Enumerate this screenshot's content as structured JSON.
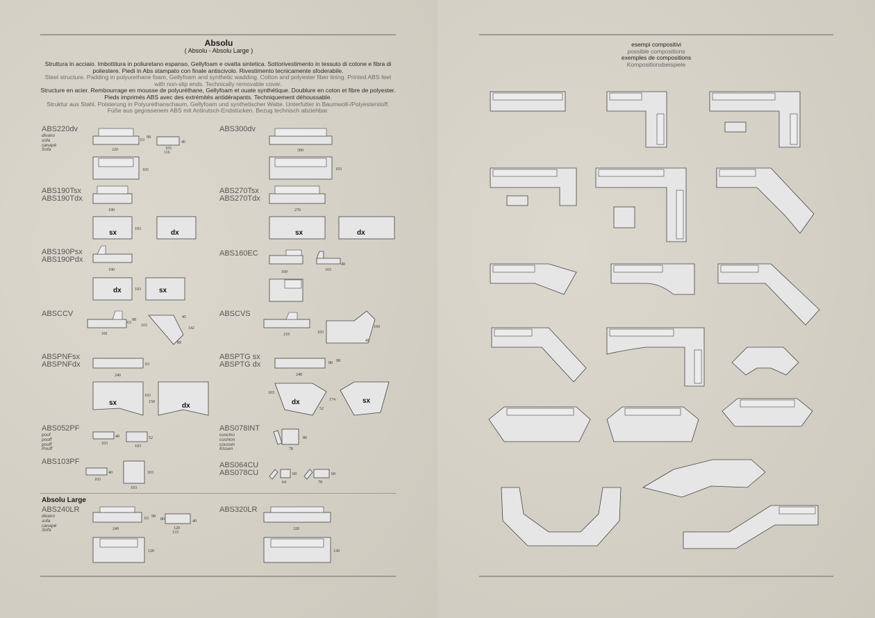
{
  "left": {
    "title": "Absolu",
    "subtitle": "( Absolu - Absolu Large )",
    "desc": {
      "it": "Struttura in acciaio. Imbottitura in poliuretano espanso, Gellyfoam e ovatta sintetica. Sottorivestimento in tessuto di cotone e fibra di poliestere. Piedi in Abs stampato con finale antiscivolo. Rivestimento tecnicamente sfoderabile.",
      "en": "Steel structure. Padding in polyurethane foam, Gellyfoam and synthetic wadding. Cotton and polyester fiber lining. Printed ABS feet with non-slip ends. Technically removable cover.",
      "fr": "Structure en acier. Rembourrage en mousse de polyuréthane, Gellyfoam et ouate synthétique. Doublure en coton et fibre de polyester. Pieds imprimés ABS avec des extrémités antidérapants. Techniquement déhoussable.",
      "de": "Struktur aus Stahl. Polsterung in Polyurethanschaum, Gellyfoam und synthetischer Watte. Unterfutter in Baumwoll-/Polyesterstoff. Füße aus gegossenem ABS mit Antirutsch-Endstücken. Bezug technisch abziehbar."
    },
    "products": {
      "abs220dv": "ABS220dv",
      "abs300dv": "ABS300dv",
      "abs190t": [
        "ABS190Tsx",
        "ABS190Tdx"
      ],
      "abs270t": [
        "ABS270Tsx",
        "ABS270Tdx"
      ],
      "abs190p": [
        "ABS190Psx",
        "ABS190Pdx"
      ],
      "abs160ec": "ABS160EC",
      "absccv": "ABSCCV",
      "abscvs": "ABSCVS",
      "abspnf": [
        "ABSPNFsx",
        "ABSPNFdx"
      ],
      "absptg": [
        "ABSPTG sx",
        "ABSPTG dx"
      ],
      "abs052pf": "ABS052PF",
      "abs078int": "ABS078INT",
      "abs103pf": "ABS103PF",
      "abs064cu": [
        "ABS064CU",
        "ABS078CU"
      ],
      "abs240lr": "ABS240LR",
      "abs320lr": "ABS320LR"
    },
    "sofa_names": [
      "divano",
      "sofa",
      "canapé",
      "Sofa"
    ],
    "pouf_names": [
      "pouf",
      "pouff",
      "pouff",
      "Pouff"
    ],
    "cushion_names": [
      "cuscino",
      "cushion",
      "coussin",
      "Kissen"
    ],
    "section_large": "Absolu Large",
    "labels": {
      "sx": "sx",
      "dx": "dx"
    },
    "dims": {
      "d220": "220",
      "d98": "98",
      "d63": "63",
      "d40": "40",
      "d103": "103",
      "d116": "116",
      "d300": "300",
      "d190": "190",
      "d270": "270",
      "d160": "160",
      "d181": "181",
      "d142": "142",
      "d89": "89",
      "d45": "45",
      "d210": "210",
      "d248": "248",
      "d240": "240",
      "d150": "150",
      "d174": "174",
      "d52": "52",
      "d80": "80",
      "d78": "78",
      "d64": "64",
      "d60": "60",
      "d120": "120",
      "d133": "133",
      "d320": "320"
    }
  },
  "right": {
    "heading": [
      "esempi compositivi",
      "possible compositions",
      "exemples de compositions",
      "Kompositionsbeispiele"
    ]
  }
}
